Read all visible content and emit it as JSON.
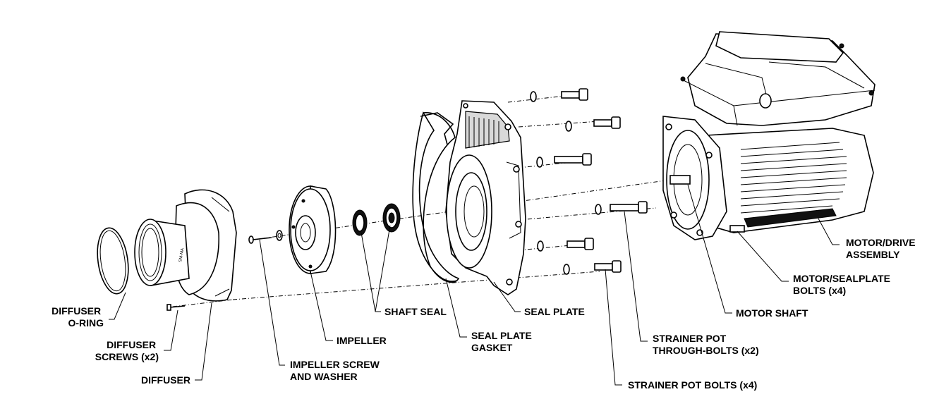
{
  "labels": {
    "diffuser_oring": [
      "DIFFUSER",
      "O-RING"
    ],
    "diffuser_screws": [
      "DIFFUSER",
      "SCREWS (x2)"
    ],
    "diffuser": [
      "DIFFUSER"
    ],
    "impeller_screw": [
      "IMPELLER SCREW",
      "AND WASHER"
    ],
    "impeller": [
      "IMPELLER"
    ],
    "shaft_seal": [
      "SHAFT SEAL"
    ],
    "seal_plate_gasket": [
      "SEAL PLATE",
      "GASKET"
    ],
    "seal_plate": [
      "SEAL PLATE"
    ],
    "strainer_through_bolts": [
      "STRAINER POT",
      "THROUGH-BOLTS (x2)"
    ],
    "strainer_bolts": [
      "STRAINER POT BOLTS (x4)"
    ],
    "motor_shaft": [
      "MOTOR SHAFT"
    ],
    "motor_sealplate_bolts": [
      "MOTOR/SEALPLATE",
      "BOLTS (x4)"
    ],
    "motor_drive": [
      "MOTOR/DRIVE",
      "ASSEMBLY"
    ]
  },
  "stamp": "SM-MA",
  "line_color": "#000000",
  "background": "#ffffff"
}
